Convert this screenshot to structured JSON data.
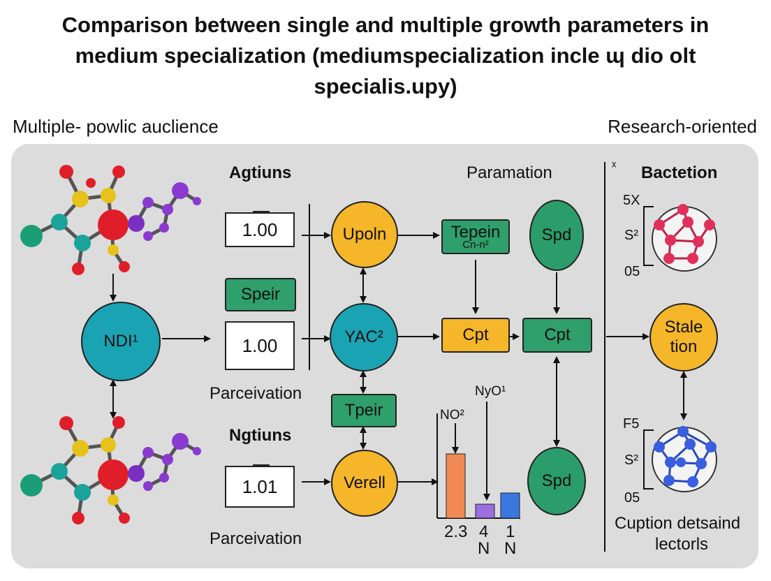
{
  "title": {
    "line1": "Comparison between single and multiple  growth parameters in",
    "line2": "medium specialization (mediumspecialization incle ɰ dio olt",
    "line3": "specialis.upy)"
  },
  "subheads": {
    "left": "Multiple- powlic auclience",
    "right": "Research-oriented"
  },
  "column_labels": {
    "agtiuns": "Agtiuns",
    "paramation": "Paramation",
    "x_mark": "ˣ",
    "bactetion": "Bactetion",
    "parceivation_top": "Parceivation",
    "ngtiuns": "Ngtiuns",
    "parceivation_bottom": "Parceivation"
  },
  "nodes": {
    "ndi": "NDI¹",
    "upoln": "Upoln",
    "yac": "YAC²",
    "verell": "Verell",
    "spd_top": "Spd",
    "spd_bottom": "Spd",
    "stale_line1": "Stale",
    "stale_line2": "tion"
  },
  "boxes": {
    "speir": "Speir",
    "tepein": "Tepein",
    "tepein_sub": "Cn-n²",
    "cpt_yellow": "Cpt",
    "cpt_green": "Cpt",
    "tpeir": "Tpeir"
  },
  "value_boxes": {
    "top": "1.00",
    "middle": "1.00",
    "bottom": "1.01",
    "dash": "—"
  },
  "bar_annotations": {
    "no2": "NO²",
    "nyo1": "NyO¹"
  },
  "chart_data": {
    "type": "bar",
    "categories": [
      "2.3",
      "4\nN",
      "1\nN"
    ],
    "values": [
      2.3,
      0.5,
      0.9
    ],
    "colors": [
      "#f08a55",
      "#9b6fe0",
      "#3a78e0"
    ],
    "tick_labels": {
      "a": "2.3",
      "b_top": "4",
      "b_bottom": "N",
      "c_top": "1",
      "c_bottom": "N"
    }
  },
  "right_scale_top": {
    "a": "5X",
    "b": "S²",
    "c": "05"
  },
  "right_scale_bottom": {
    "a": "F5",
    "b": "S²",
    "c": "05"
  },
  "caption": {
    "line1": "Cuption detsaind",
    "line2": "lectorls"
  },
  "colors": {
    "teal": "#1aa3b3",
    "yellow": "#f5b62a",
    "green": "#2b9d6a",
    "panel": "#dcdcdc",
    "red_network": "#e0305a",
    "blue_network": "#3a5ee0"
  }
}
